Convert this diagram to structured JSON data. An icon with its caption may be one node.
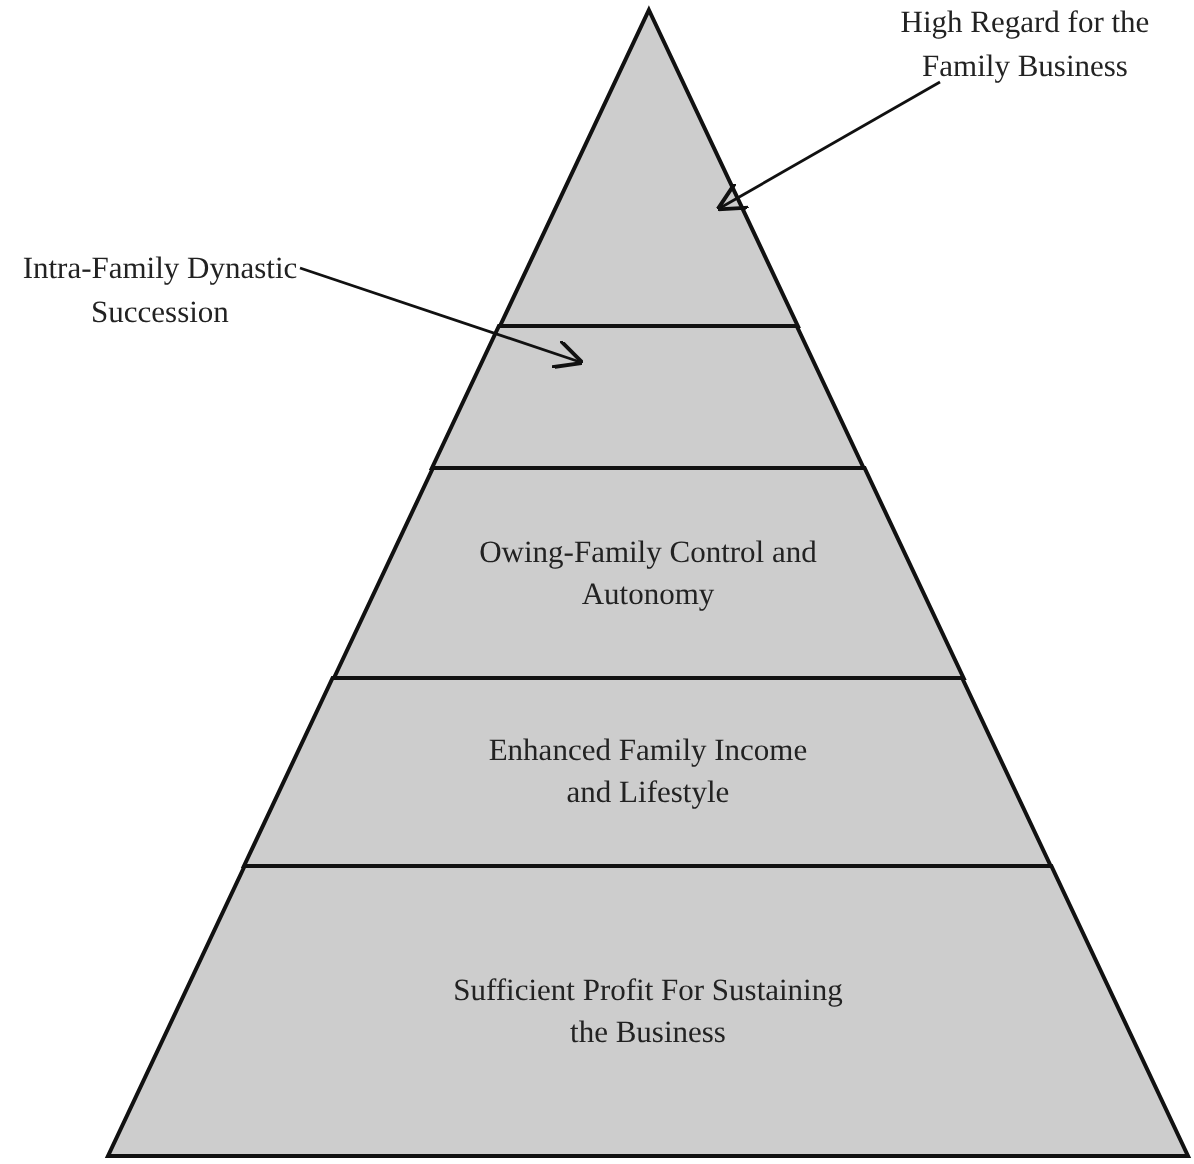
{
  "diagram": {
    "nodes": [
      {
        "text": [
          "High Regard for the Family Business"
        ]
      },
      {
        "text": [],
        "shape": "triangle"
      },
      {
        "text": [
          "Intra-Family Dynastic Succession"
        ]
      },
      {
        "text": [],
        "shape": "band"
      },
      {
        "text": [
          "Owing-Family Control and Autonomy"
        ]
      },
      {
        "text": [
          "Enhanced Family Income and Lifestyle"
        ]
      },
      {
        "text": [
          "Sufficient Profit For Sustaining the Business"
        ]
      }
    ],
    "edges": [
      {
        "from": 0,
        "to": 1,
        "arrow": "to"
      },
      {
        "from": 2,
        "to": 3,
        "arrow": "to"
      }
    ]
  }
}
